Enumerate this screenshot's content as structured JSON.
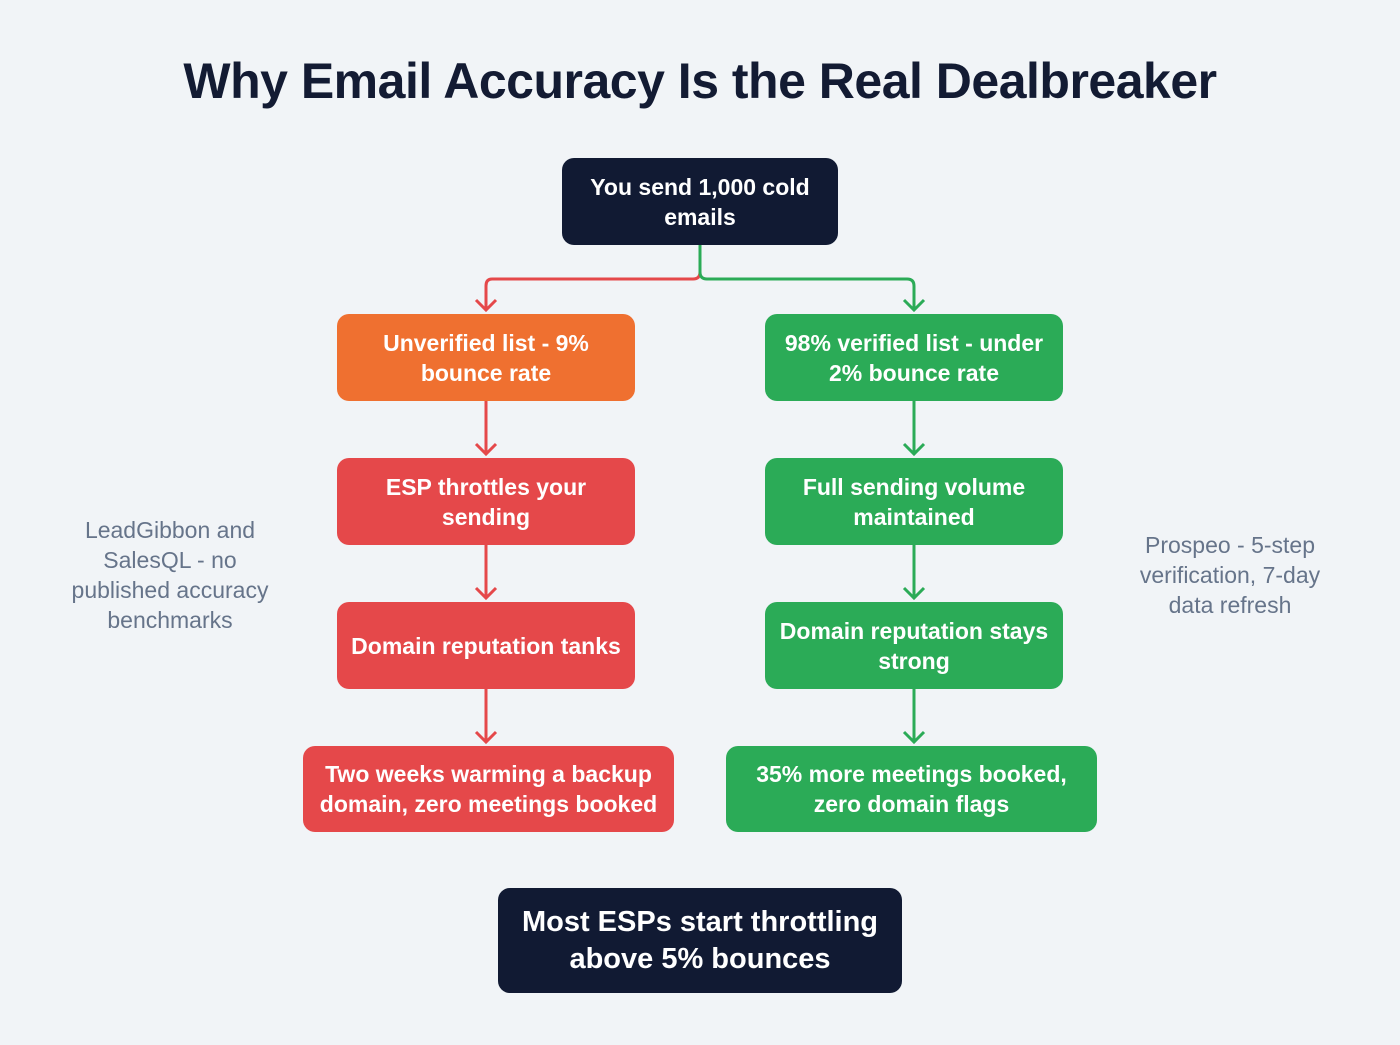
{
  "title": "Why Email Accuracy Is the Real Dealbreaker",
  "colors": {
    "background": "#f1f4f7",
    "dark": "#111a33",
    "orange": "#ef7030",
    "red": "#e5484a",
    "green": "#2bab57",
    "note_text": "#66748a"
  },
  "start": {
    "label": "You send 1,000 cold emails"
  },
  "bad_path": {
    "steps": [
      {
        "label": "Unverified list - 9% bounce rate",
        "color": "orange"
      },
      {
        "label": "ESP throttles your sending",
        "color": "red"
      },
      {
        "label": "Domain reputation tanks",
        "color": "red"
      },
      {
        "label": "Two weeks warming a backup domain, zero meetings booked",
        "color": "red"
      }
    ],
    "note": "LeadGibbon and SalesQL - no published accuracy benchmarks"
  },
  "good_path": {
    "steps": [
      {
        "label": "98% verified list - under 2% bounce rate",
        "color": "green"
      },
      {
        "label": "Full sending volume maintained",
        "color": "green"
      },
      {
        "label": "Domain reputation stays strong",
        "color": "green"
      },
      {
        "label": "35% more meetings booked, zero domain flags",
        "color": "green"
      }
    ],
    "note": "Prospeo - 5-step verification, 7-day data refresh"
  },
  "footer": {
    "label": "Most ESPs start throttling above 5% bounces"
  }
}
